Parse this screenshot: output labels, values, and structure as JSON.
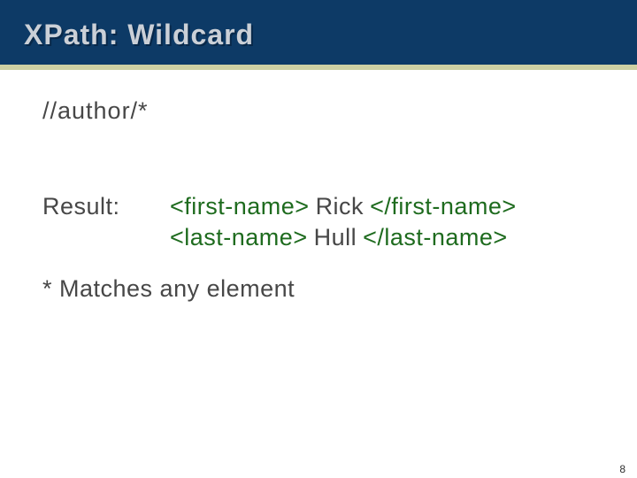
{
  "slide": {
    "header": {
      "title": "XPath: Wildcard"
    },
    "body": {
      "expression": "//author/*",
      "result_label": "Result:",
      "result_lines": [
        {
          "open_tag": "<first-name>",
          "value": "Rick",
          "close_tag": "</first-name>"
        },
        {
          "open_tag": "<last-name>",
          "value": "Hull",
          "close_tag": "</last-name>"
        }
      ],
      "note": "* Matches any element"
    },
    "footer": {
      "page_number": "8"
    },
    "colors": {
      "header_bg": "#0D3A66",
      "accent_line": "#CDD0A3",
      "title_text": "#CBD0D7",
      "body_text": "#474747",
      "tag_green": "#1E6B1E",
      "page_number": "#2E2E2E"
    }
  }
}
